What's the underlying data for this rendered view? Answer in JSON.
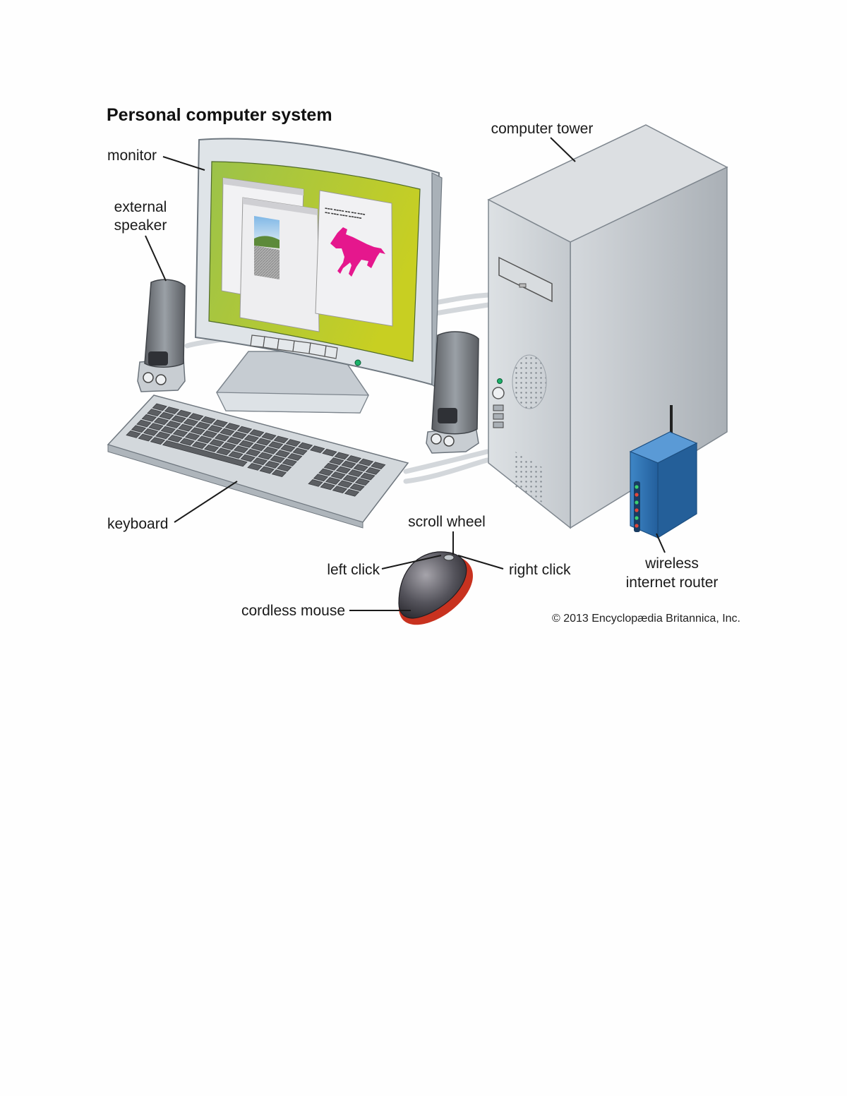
{
  "title": "Personal computer system",
  "labels": {
    "monitor": "monitor",
    "external_speaker_line1": "external",
    "external_speaker_line2": "speaker",
    "computer_tower": "computer tower",
    "keyboard": "keyboard",
    "scroll_wheel": "scroll wheel",
    "left_click": "left click",
    "right_click": "right click",
    "cordless_mouse": "cordless mouse",
    "router_line1": "wireless",
    "router_line2": "internet router"
  },
  "copyright": "© 2013 Encyclopædia Britannica, Inc.",
  "colors": {
    "screen_green": "#9bc24a",
    "screen_yellow": "#c8cf22",
    "horse_magenta": "#e5178d",
    "router_blue": "#2f74b5",
    "mouse_red": "#c8321f",
    "device_gray": "#c7ccd1"
  },
  "icons": [
    "monitor-icon",
    "speaker-icon",
    "tower-icon",
    "keyboard-icon",
    "mouse-icon",
    "router-icon",
    "horse-icon"
  ]
}
